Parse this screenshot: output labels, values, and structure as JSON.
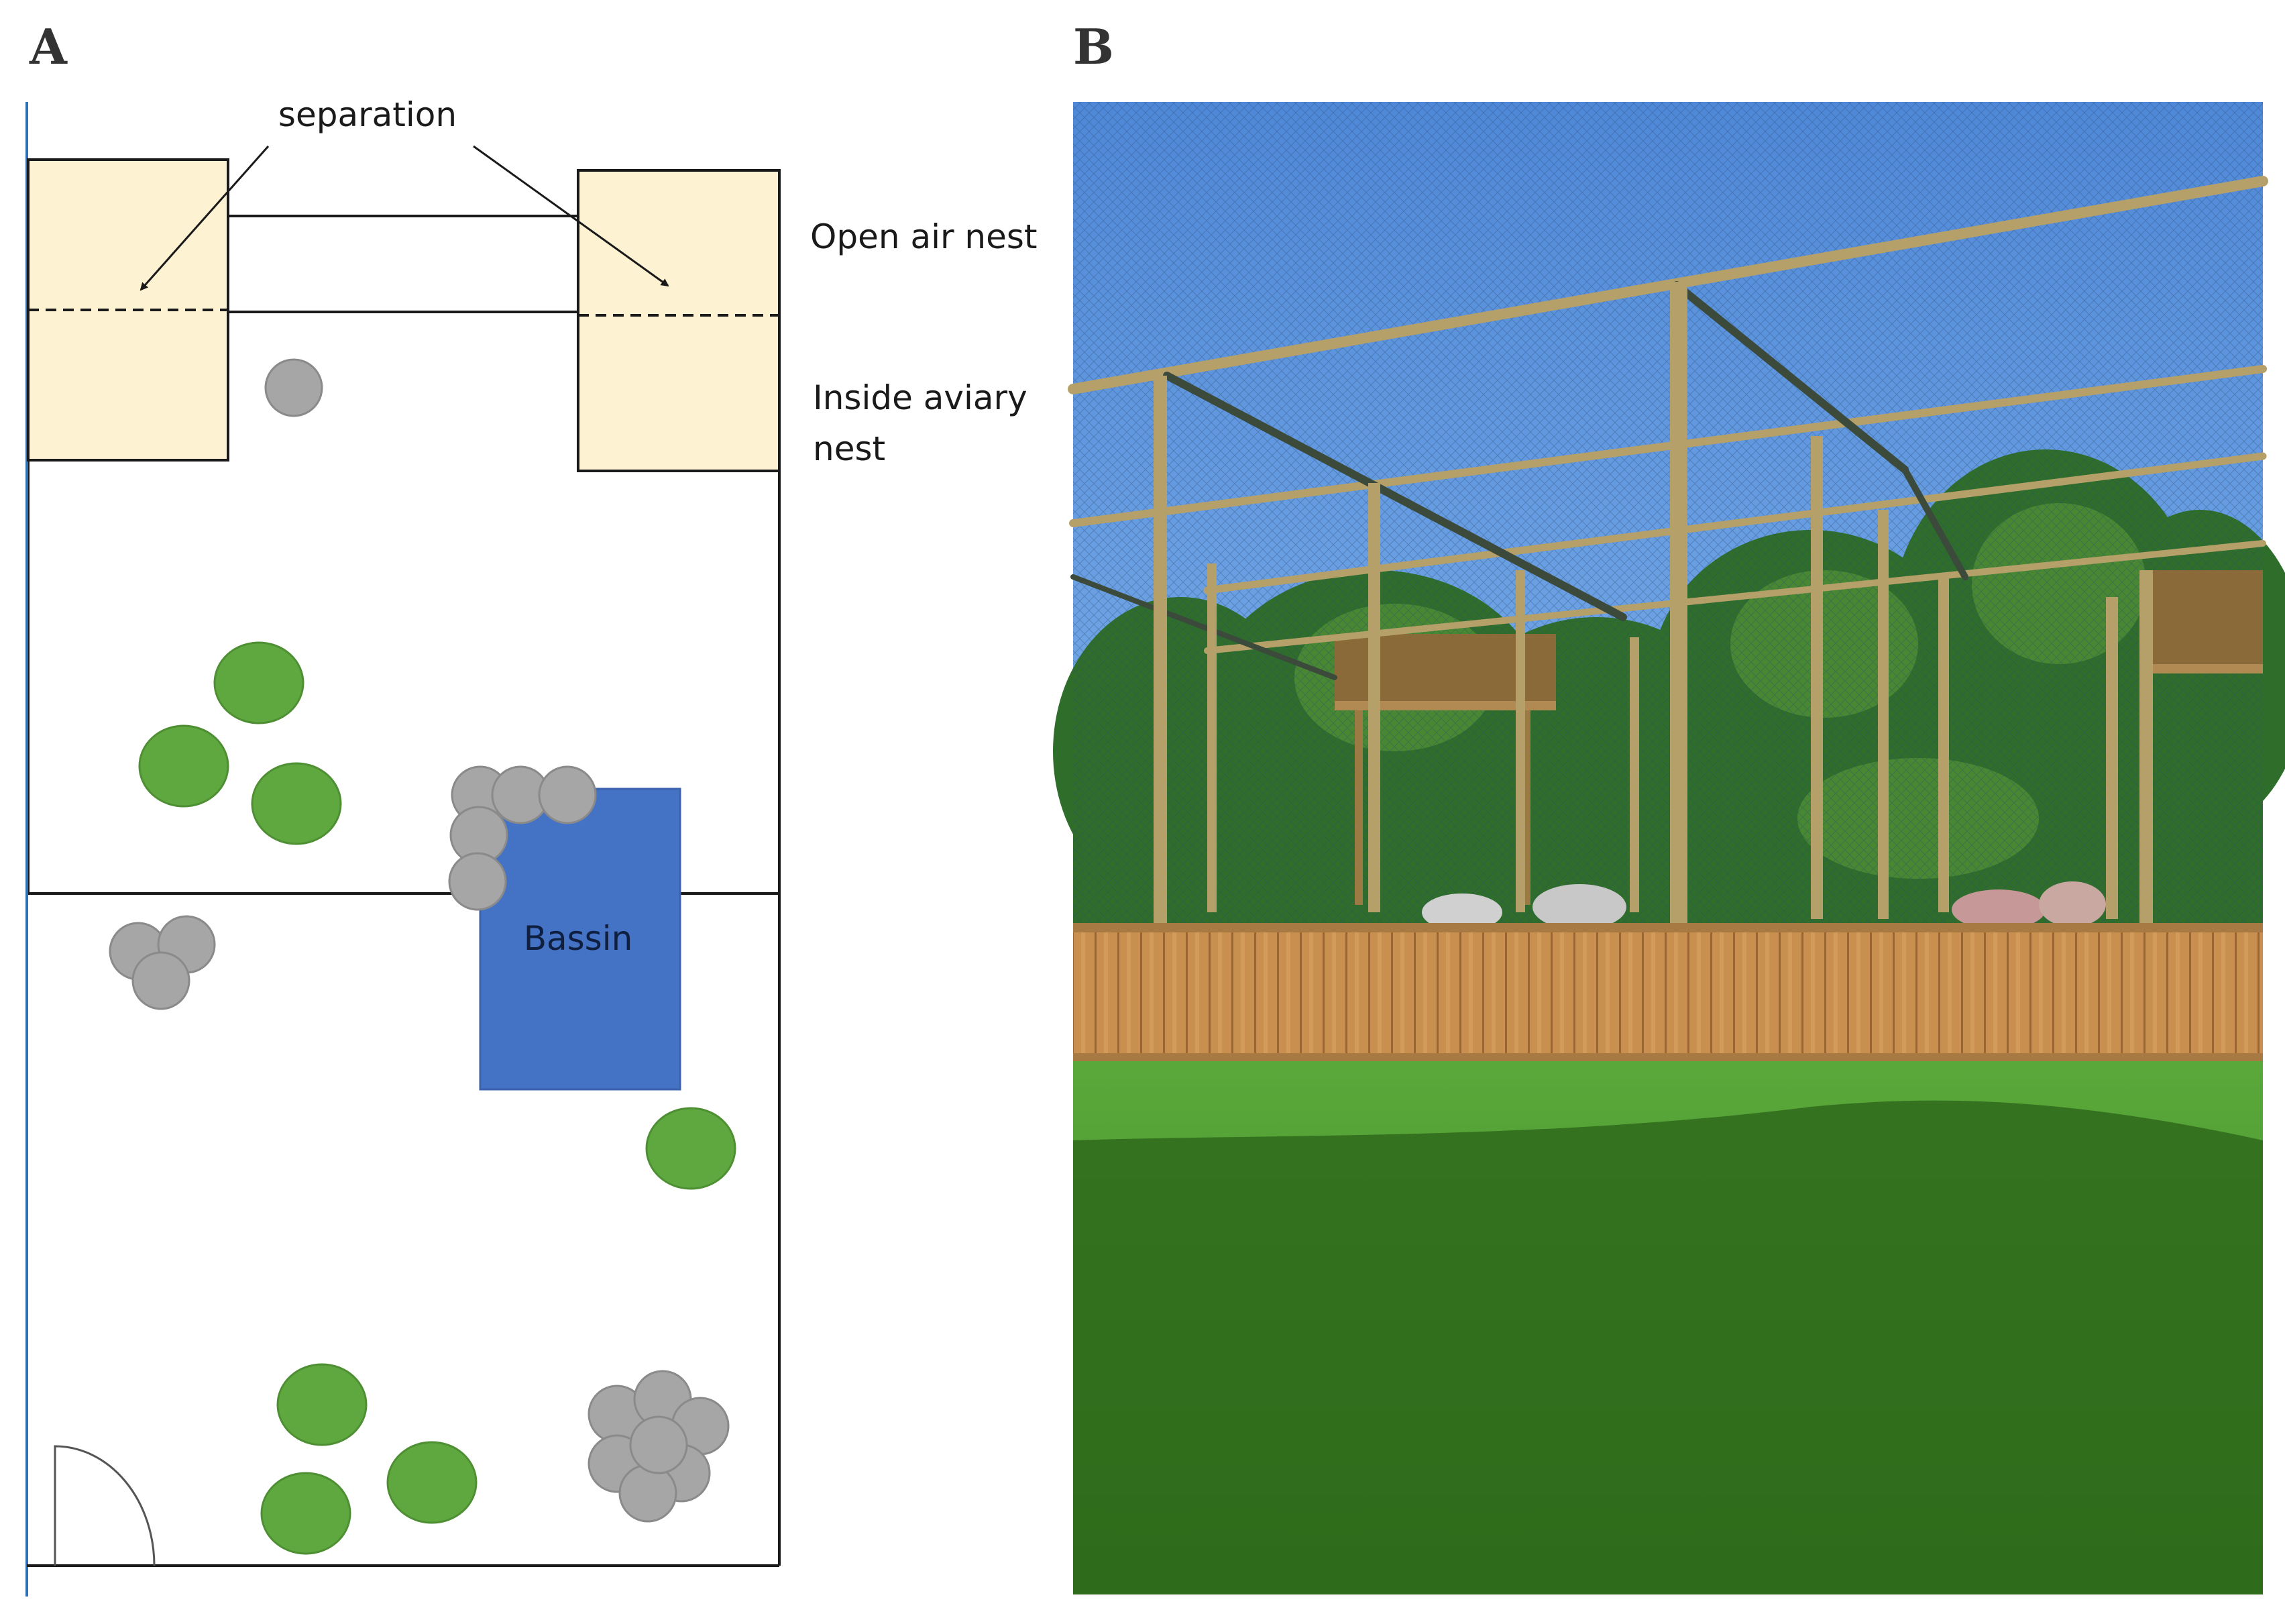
{
  "panel_a": {
    "letter": "A",
    "labels": {
      "separation": "separation",
      "open_air_nest": "Open air nest",
      "inside_aviary_nest_line1": "Inside aviary",
      "inside_aviary_nest_line2": "nest",
      "pool": "Bassin"
    }
  },
  "panel_b": {
    "letter": "B"
  },
  "colors": {
    "nest_fill": "#fdf2d2",
    "pool_fill": "#4472c4",
    "tree_fill": "#5fa83f",
    "rock_fill": "#a6a6a6",
    "outline": "#1a1a1a"
  }
}
